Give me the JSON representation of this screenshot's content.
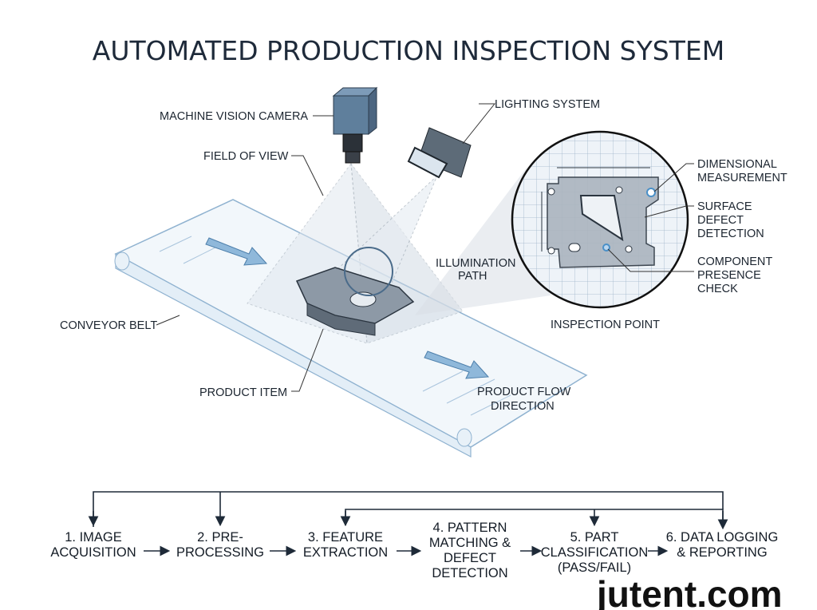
{
  "title": "AUTOMATED PRODUCTION INSPECTION SYSTEM",
  "labels": {
    "camera": "MACHINE VISION CAMERA",
    "lighting": "LIGHTING SYSTEM",
    "field_of_view": "FIELD OF VIEW",
    "illumination_path": [
      "ILLUMINATION",
      "PATH"
    ],
    "conveyor_belt": "CONVEYOR BELT",
    "product_item": "PRODUCT ITEM",
    "product_flow": [
      "PRODUCT FLOW",
      "DIRECTION"
    ],
    "inspection_point": "INSPECTION POINT",
    "dimensional": [
      "DIMENSIONAL",
      "MEASUREMENT"
    ],
    "surface_defect": [
      "SURFACE",
      "DEFECT",
      "DETECTION"
    ],
    "component_presence": [
      "COMPONENT",
      "PRESENCE",
      "CHECK"
    ]
  },
  "flow_steps": [
    {
      "lines": [
        "1. IMAGE",
        "ACQUISITION"
      ]
    },
    {
      "lines": [
        "2. PRE-",
        "PROCESSING"
      ]
    },
    {
      "lines": [
        "3. FEATURE",
        "EXTRACTION"
      ]
    },
    {
      "lines": [
        "4. PATTERN",
        "MATCHING &",
        "DEFECT",
        "DETECTION"
      ]
    },
    {
      "lines": [
        "5. PART",
        "CLASSIFICATION",
        "(PASS/FAIL)"
      ]
    },
    {
      "lines": [
        "6. DATA LOGGING",
        "& REPORTING"
      ]
    }
  ],
  "watermark": "jutent.com",
  "colors": {
    "text": "#1c2530",
    "belt": "#7fa8c8",
    "accent_blue": "#4a90c8",
    "camera": "#5f7f9c"
  }
}
